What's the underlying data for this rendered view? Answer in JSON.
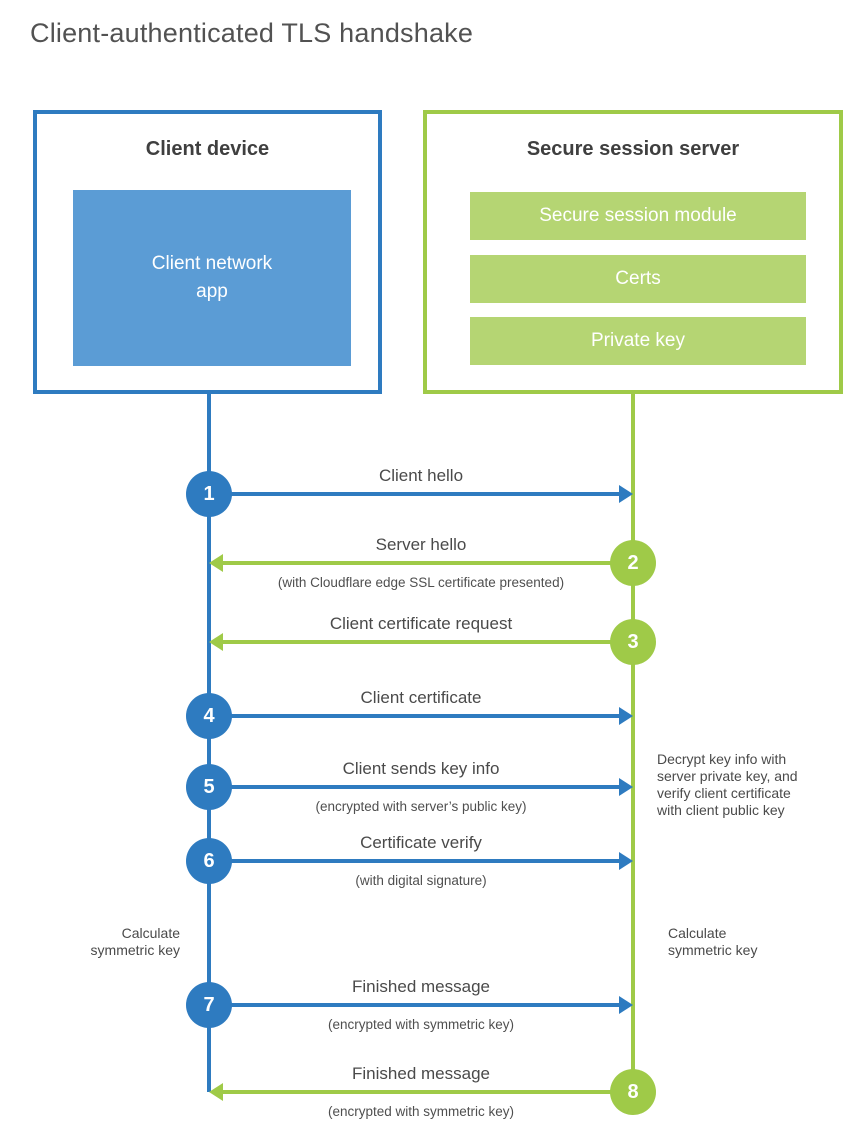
{
  "title": "Client-authenticated TLS handshake",
  "colors": {
    "client_blue": "#2e7bc0",
    "client_fill_blue": "#5b9cd5",
    "server_green": "#9fca48",
    "server_fill_green": "#b5d573",
    "heading_text": "#3f3f3f",
    "body_text": "#4a4a4a"
  },
  "client_box": {
    "title": "Client device",
    "app": "Client network\napp"
  },
  "server_box": {
    "title": "Secure session server",
    "modules": [
      "Secure session module",
      "Certs",
      "Private key"
    ]
  },
  "messages": [
    {
      "num": "1",
      "label": "Client hello",
      "sub": "",
      "from": "client",
      "to": "server"
    },
    {
      "num": "2",
      "label": "Server hello",
      "sub": "(with Cloudflare edge SSL certificate presented)",
      "from": "server",
      "to": "client"
    },
    {
      "num": "3",
      "label": "Client certificate request",
      "sub": "",
      "from": "server",
      "to": "client"
    },
    {
      "num": "4",
      "label": "Client certificate",
      "sub": "",
      "from": "client",
      "to": "server"
    },
    {
      "num": "5",
      "label": "Client sends key info",
      "sub": "(encrypted with server’s public key)",
      "from": "client",
      "to": "server"
    },
    {
      "num": "6",
      "label": "Certificate verify",
      "sub": "(with digital signature)",
      "from": "client",
      "to": "server"
    },
    {
      "num": "7",
      "label": "Finished message",
      "sub": "(encrypted with symmetric key)",
      "from": "client",
      "to": "server"
    },
    {
      "num": "8",
      "label": "Finished message",
      "sub": "(encrypted with symmetric key)",
      "from": "server",
      "to": "client"
    }
  ],
  "annotations": {
    "server_note": "Decrypt key info with\nserver private key, and\nverify client certificate\nwith client public key",
    "calc_client": "Calculate\nsymmetric key",
    "calc_server": "Calculate\nsymmetric key"
  }
}
